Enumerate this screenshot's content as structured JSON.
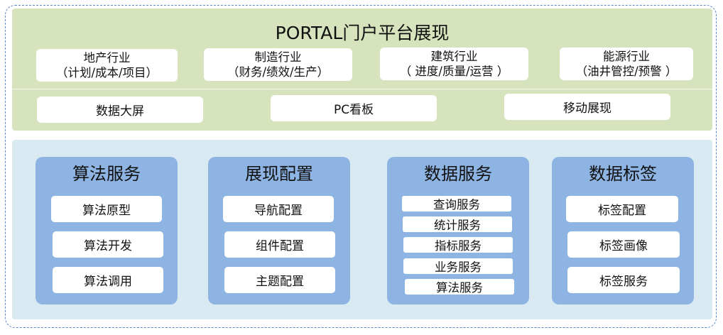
{
  "portal": {
    "title": "PORTAL门户平台展现",
    "industries": [
      {
        "name": "地产行业",
        "detail": "（计划/成本/项目）"
      },
      {
        "name": "制造行业",
        "detail": "（财务/绩效/生产）"
      },
      {
        "name": "建筑行业",
        "detail": "（ 进度/质量/运营 ）"
      },
      {
        "name": "能源行业",
        "detail": "（油井管控/预警 ）"
      }
    ],
    "views": [
      "数据大屏",
      "PC看板",
      "移动展现"
    ]
  },
  "services": [
    {
      "title": "算法服务",
      "items": [
        "算法原型",
        "算法开发",
        "算法调用"
      ]
    },
    {
      "title": "展现配置",
      "items": [
        "导航配置",
        "组件配置",
        "主题配置"
      ]
    },
    {
      "title": "数据服务",
      "items": [
        "查询服务",
        "统计服务",
        "指标服务",
        "业务服务",
        "算法服务"
      ]
    },
    {
      "title": "数据标签",
      "items": [
        "标签配置",
        "标签画像",
        "标签服务"
      ]
    }
  ],
  "colors": {
    "portal_bg": "#d6e3bd",
    "services_bg": "#daeaf2",
    "card_bg": "#8eb4e3",
    "border": "#5b87c6"
  }
}
